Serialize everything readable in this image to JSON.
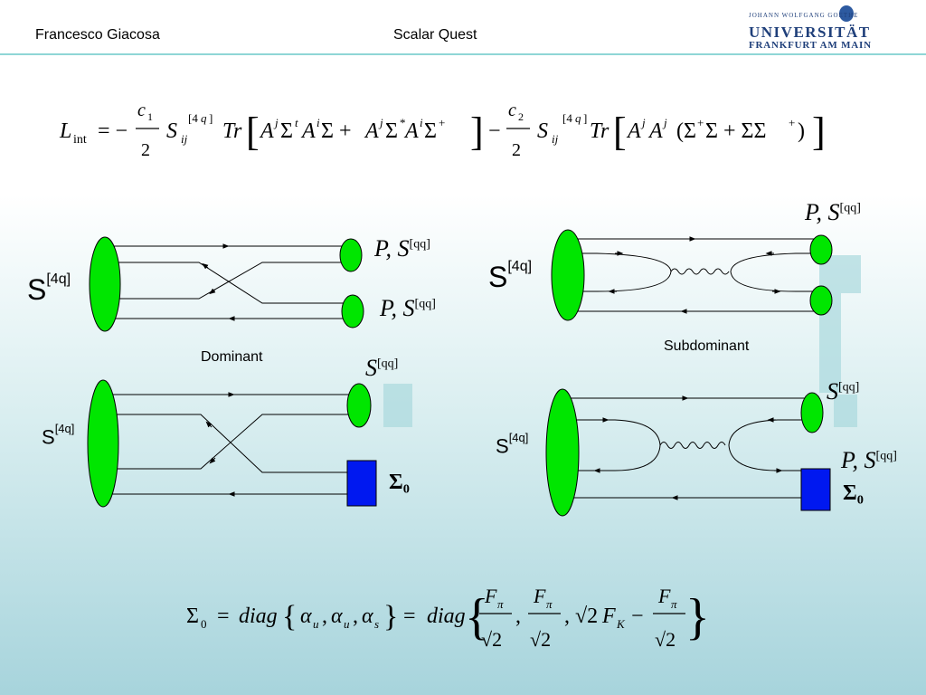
{
  "header": {
    "author": "Francesco Giacosa",
    "title": "Scalar Quest",
    "logo": {
      "line1": "JOHANN WOLFGANG GOETHE",
      "line2": "UNIVERSITÄT",
      "line3": "FRANKFURT AM MAIN"
    }
  },
  "formulas": {
    "lagrangian": "L_int = − (c₁/2) S_ij^[4q] Tr[ A^j Σ^t A^i Σ + A^j Σ* A^i Σ⁺ ] − (c₂/2) S_ij^[4q] Tr[ A^j A^j (Σ⁺Σ + ΣΣ⁺) ]",
    "sigma0": "Σ₀ = diag{α_u, α_u, α_s} = diag{ F_π/√2, F_π/√2, √2 F_K − F_π/√2 }"
  },
  "diagrams": {
    "dominant": {
      "caption": "Dominant",
      "source_label": "S",
      "source_sup": "[4q]",
      "out_top": "P, S",
      "out_bottom": "P, S",
      "out_sup": "[qq]"
    },
    "subdominant": {
      "caption": "Subdominant",
      "source_label": "S",
      "source_sup": "[4q]",
      "out_top": "P, S",
      "out_sup": "[qq]"
    },
    "dominant_sigma": {
      "source_label": "S",
      "source_sup": "[4q]",
      "out_top": "S",
      "out_sup": "[qq]",
      "out_bottom": "Σ₀"
    },
    "subdominant_sigma": {
      "source_label": "S",
      "source_sup": "[4q]",
      "out_top": "S",
      "out_sup": "[qq]",
      "out_mid": "P, S",
      "out_bottom": "Σ₀"
    }
  },
  "colors": {
    "blob": "#00e600",
    "box": "#0018f0",
    "accent_line": "#8fd6d6"
  }
}
